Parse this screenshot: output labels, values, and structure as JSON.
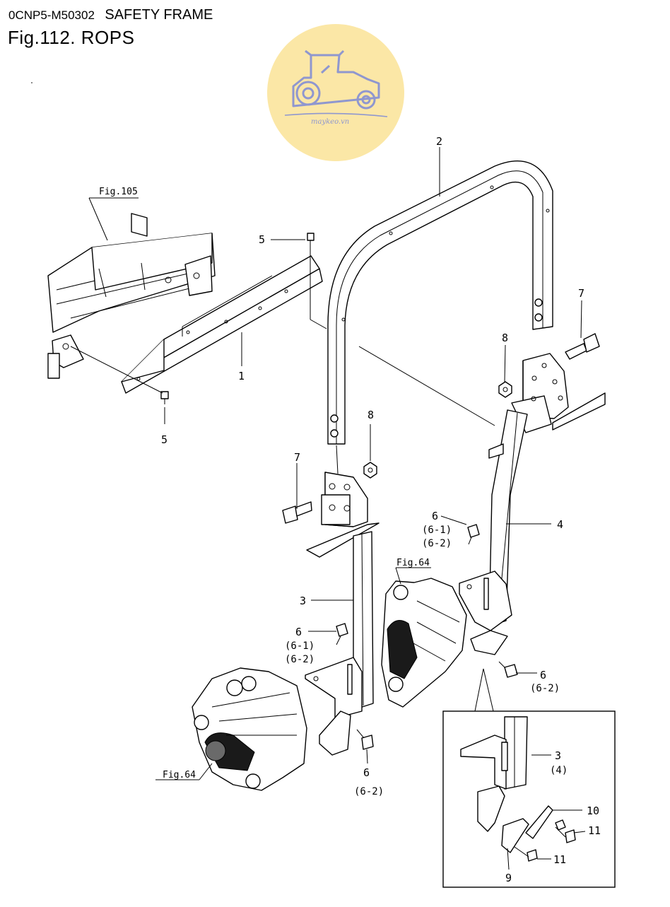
{
  "header": {
    "code": "0CNP5-M50302",
    "section": "SAFETY FRAME",
    "figure_title": "Fig.112.  ROPS"
  },
  "watermark": {
    "text": "maykeo.vn",
    "circle_color": "#fbe7a6",
    "icon_color": "#8f97cf",
    "icon": "tractor-icon"
  },
  "references": {
    "fig105": "Fig.105",
    "fig64_middle": "Fig.64",
    "fig64_bottom": "Fig.64"
  },
  "callouts": {
    "c1": "1",
    "c2": "2",
    "c3": "3",
    "c4": "4",
    "c5_top": "5",
    "c5_bottom": "5",
    "c6_left_a": "6",
    "c6_left_b": "(6-1)",
    "c6_left_c": "(6-2)",
    "c6_mid_a": "6",
    "c6_mid_b": "(6-1)",
    "c6_mid_c": "(6-2)",
    "c6_right_a": "6",
    "c6_right_b": "(6-2)",
    "c6_bottom_a": "6",
    "c6_bottom_b": "(6-2)",
    "c7_left": "7",
    "c7_right": "7",
    "c8_left": "8",
    "c8_right": "8"
  },
  "inset": {
    "c3": "3",
    "c4": "(4)",
    "c9": "9",
    "c10": "10",
    "c11_a": "11",
    "c11_b": "11"
  }
}
